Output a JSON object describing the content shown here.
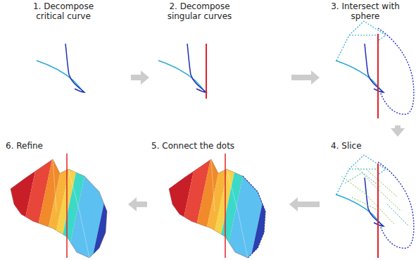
{
  "diagram": {
    "nodes": [
      {
        "text": [
          "1. Decompose critical curve"
        ]
      },
      {
        "text": [
          "2. Decompose singular curves"
        ]
      },
      {
        "text": [
          "3. Intersect with sphere"
        ]
      },
      {
        "text": [
          "4. Slice"
        ]
      },
      {
        "text": [
          "5. Connect the dots"
        ]
      },
      {
        "text": [
          "6. Refine"
        ]
      }
    ],
    "edges": [
      {
        "from": 0,
        "to": 1,
        "arrow": "to"
      },
      {
        "from": 1,
        "to": 2,
        "arrow": "to"
      },
      {
        "from": 2,
        "to": 3,
        "arrow": "to"
      },
      {
        "from": 3,
        "to": 4,
        "arrow": "to"
      },
      {
        "from": 4,
        "to": 5,
        "arrow": "to"
      }
    ]
  }
}
